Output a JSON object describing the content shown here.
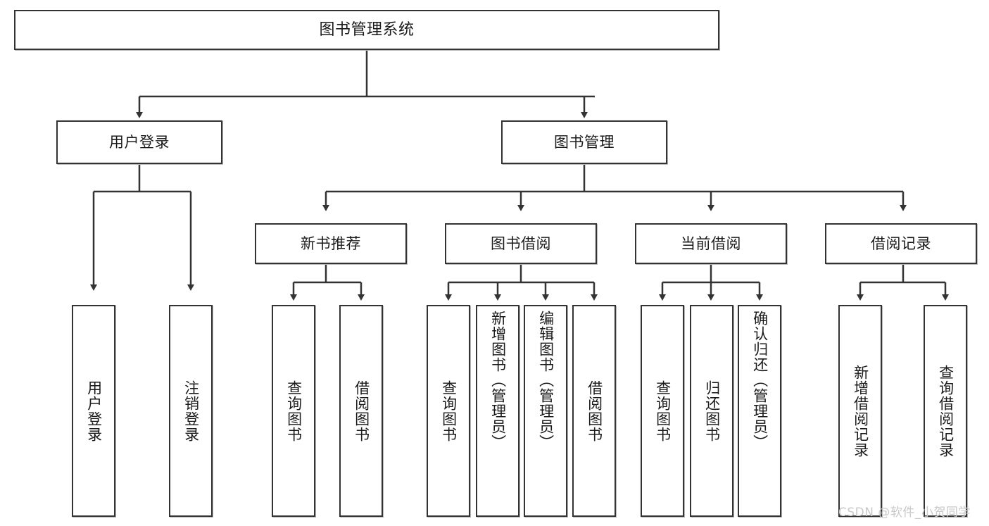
{
  "diagram": {
    "type": "hierarchy-tree",
    "title": "图书管理系统",
    "root": {
      "label": "图书管理系统"
    },
    "level2": [
      {
        "label": "用户登录"
      },
      {
        "label": "图书管理"
      }
    ],
    "level3": [
      {
        "label": "新书推荐"
      },
      {
        "label": "图书借阅"
      },
      {
        "label": "当前借阅"
      },
      {
        "label": "借阅记录"
      }
    ],
    "leaves": {
      "user_login": [
        {
          "label": "用户登录"
        },
        {
          "label": "注销登录"
        }
      ],
      "new_book_recommend": [
        {
          "label": "查询图书"
        },
        {
          "label": "借阅图书"
        }
      ],
      "book_borrow": [
        {
          "label": "查询图书"
        },
        {
          "label": "新增图书（管理员）"
        },
        {
          "label": "编辑图书（管理员）"
        },
        {
          "label": "借阅图书"
        }
      ],
      "current_borrow": [
        {
          "label": "查询图书"
        },
        {
          "label": "归还图书"
        },
        {
          "label": "确认归还（管理员）"
        }
      ],
      "borrow_record": [
        {
          "label": "新增借阅记录"
        },
        {
          "label": "查询借阅记录"
        }
      ]
    }
  },
  "watermark": {
    "text": "CSDN @软件_小贺同学"
  },
  "colors": {
    "stroke": "#333333",
    "background": "#ffffff",
    "text": "#1a1a1a",
    "watermark": "#c9c9c9"
  }
}
